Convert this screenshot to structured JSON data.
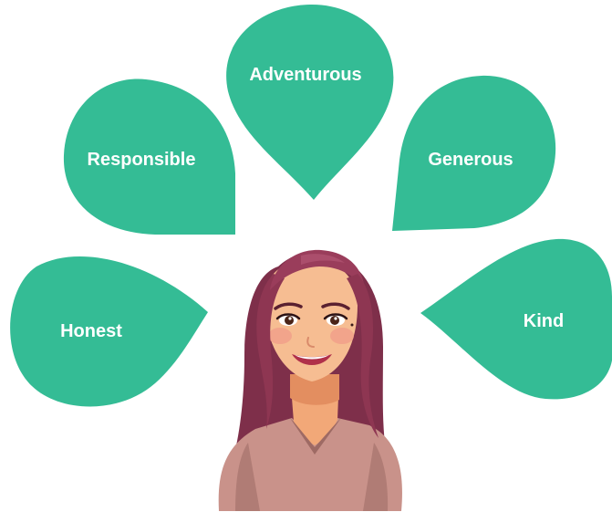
{
  "diagram": {
    "center_figure": "smiling-woman-illustration",
    "petal_color": "#34BC95",
    "label_color": "#FFFFFF",
    "traits": [
      {
        "label": "Honest"
      },
      {
        "label": "Responsible"
      },
      {
        "label": "Adventurous"
      },
      {
        "label": "Generous"
      },
      {
        "label": "Kind"
      }
    ]
  }
}
